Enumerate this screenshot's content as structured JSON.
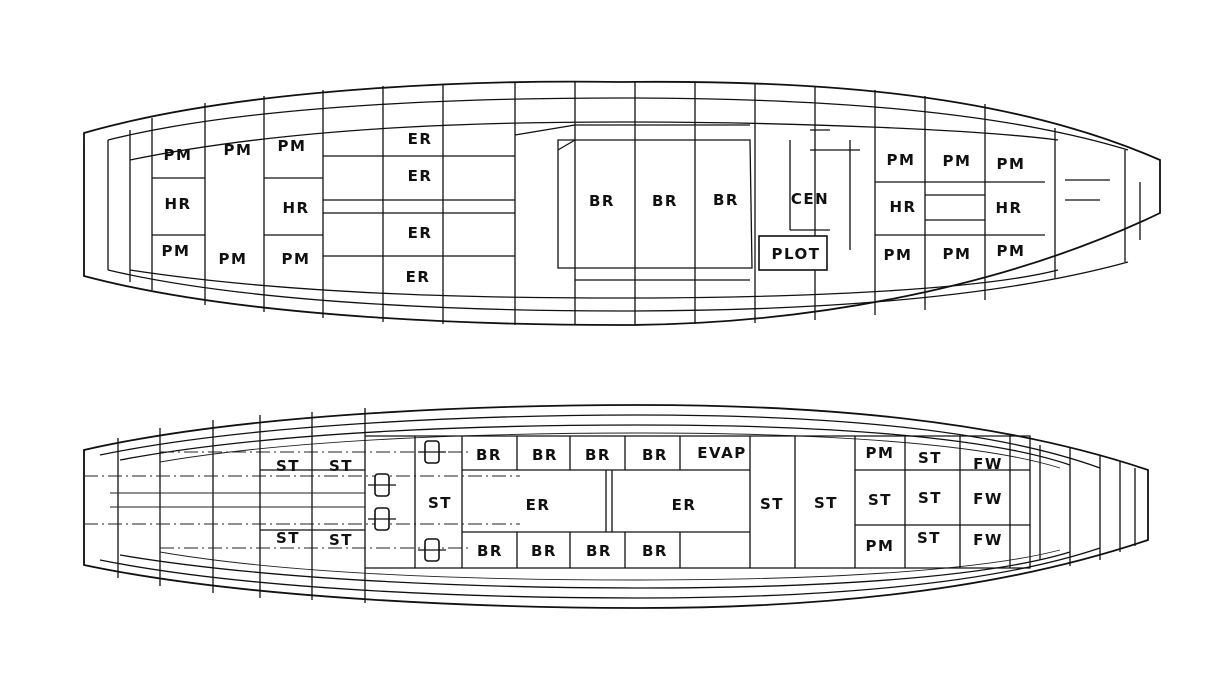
{
  "upper_deck": {
    "labels": [
      "PM",
      "PM",
      "PM",
      "HR",
      "HR",
      "PM",
      "PM",
      "PM",
      "ER",
      "ER",
      "ER",
      "ER",
      "BR",
      "BR",
      "BR",
      "CEN",
      "PLOT",
      "PM",
      "PM",
      "PM",
      "HR",
      "HR",
      "PM",
      "PM",
      "PM"
    ]
  },
  "lower_deck": {
    "labels": [
      "ST",
      "ST",
      "ST",
      "ST",
      "ST",
      "BR",
      "BR",
      "BR",
      "BR",
      "EVAP",
      "ER",
      "ER",
      "ST",
      "ST",
      "BR",
      "BR",
      "BR",
      "BR",
      "PM",
      "ST",
      "ST",
      "ST",
      "PM",
      "ST",
      "FW",
      "FW",
      "FW"
    ]
  }
}
